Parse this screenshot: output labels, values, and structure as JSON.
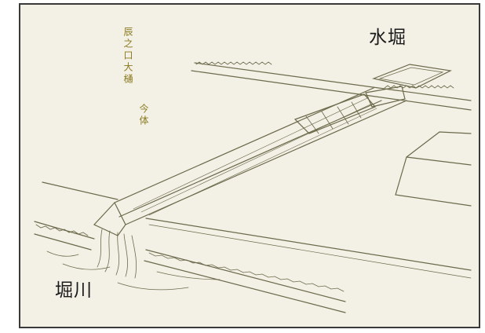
{
  "labels": {
    "mizubori": "水堀",
    "horikawa": "堀川"
  },
  "caption": {
    "line1": "辰之口大樋",
    "line2": "今体"
  },
  "colors": {
    "paper": "#f3f0e6",
    "ink": "#6b6a4a",
    "frame": "#3a3a3a",
    "caption": "#8a7a1e"
  }
}
